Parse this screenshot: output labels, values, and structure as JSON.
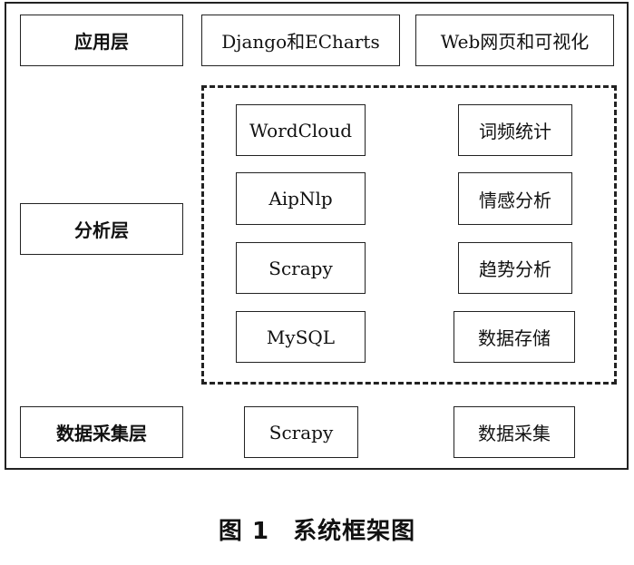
{
  "layers": {
    "application": {
      "label": "应用层",
      "items": [
        "Django和ECharts",
        "Web网页和可视化"
      ]
    },
    "analysis": {
      "label": "分析层",
      "left": [
        "WordCloud",
        "AipNlp",
        "Scrapy",
        "MySQL"
      ],
      "right": [
        "词频统计",
        "情感分析",
        "趋势分析",
        "数据存储"
      ]
    },
    "collection": {
      "label": "数据采集层",
      "items": [
        "Scrapy",
        "数据采集"
      ]
    }
  },
  "caption": {
    "figure": "图 1",
    "title": "系统框架图"
  }
}
